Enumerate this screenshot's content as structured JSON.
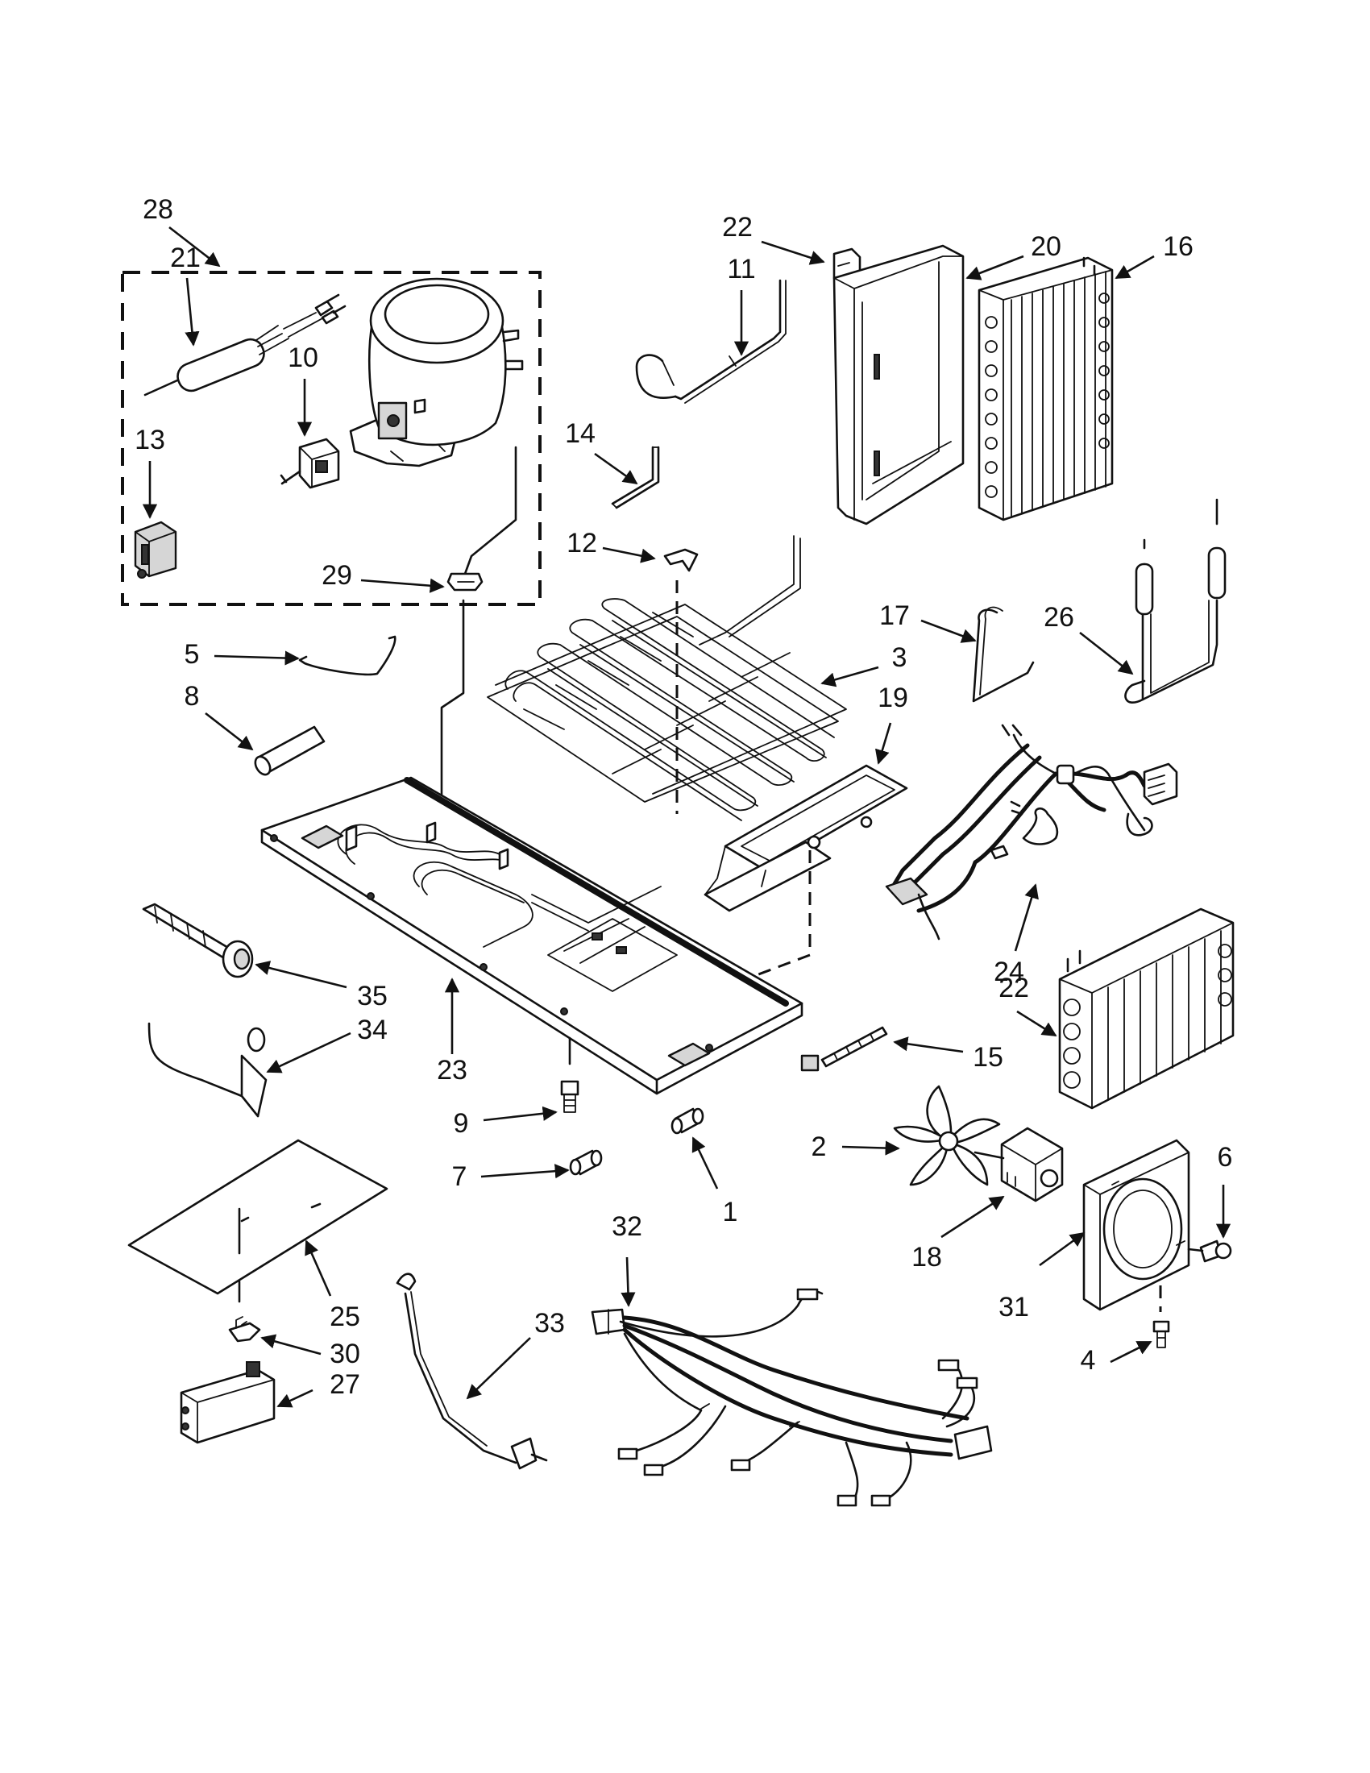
{
  "labels": [
    {
      "id": "c28",
      "text": "28"
    },
    {
      "id": "c21",
      "text": "21"
    },
    {
      "id": "c10",
      "text": "10"
    },
    {
      "id": "c13",
      "text": "13"
    },
    {
      "id": "c29",
      "text": "29"
    },
    {
      "id": "c22a",
      "text": "22"
    },
    {
      "id": "c11",
      "text": "11"
    },
    {
      "id": "c20",
      "text": "20"
    },
    {
      "id": "c16",
      "text": "16"
    },
    {
      "id": "c14",
      "text": "14"
    },
    {
      "id": "c12",
      "text": "12"
    },
    {
      "id": "c17",
      "text": "17"
    },
    {
      "id": "c26",
      "text": "26"
    },
    {
      "id": "c3",
      "text": "3"
    },
    {
      "id": "c19",
      "text": "19"
    },
    {
      "id": "c5",
      "text": "5"
    },
    {
      "id": "c8",
      "text": "8"
    },
    {
      "id": "c24",
      "text": "24"
    },
    {
      "id": "c35",
      "text": "35"
    },
    {
      "id": "c34",
      "text": "34"
    },
    {
      "id": "c23",
      "text": "23"
    },
    {
      "id": "c22b",
      "text": "22"
    },
    {
      "id": "c15",
      "text": "15"
    },
    {
      "id": "c9",
      "text": "9"
    },
    {
      "id": "c2",
      "text": "2"
    },
    {
      "id": "c6",
      "text": "6"
    },
    {
      "id": "c7",
      "text": "7"
    },
    {
      "id": "c1",
      "text": "1"
    },
    {
      "id": "c32",
      "text": "32"
    },
    {
      "id": "c18",
      "text": "18"
    },
    {
      "id": "c31",
      "text": "31"
    },
    {
      "id": "c25",
      "text": "25"
    },
    {
      "id": "c33",
      "text": "33"
    },
    {
      "id": "c4",
      "text": "4"
    },
    {
      "id": "c30",
      "text": "30"
    },
    {
      "id": "c27",
      "text": "27"
    }
  ],
  "colors": {
    "ink": "#111111",
    "fill": "#ffffff",
    "shade": "#d6d6d6"
  }
}
